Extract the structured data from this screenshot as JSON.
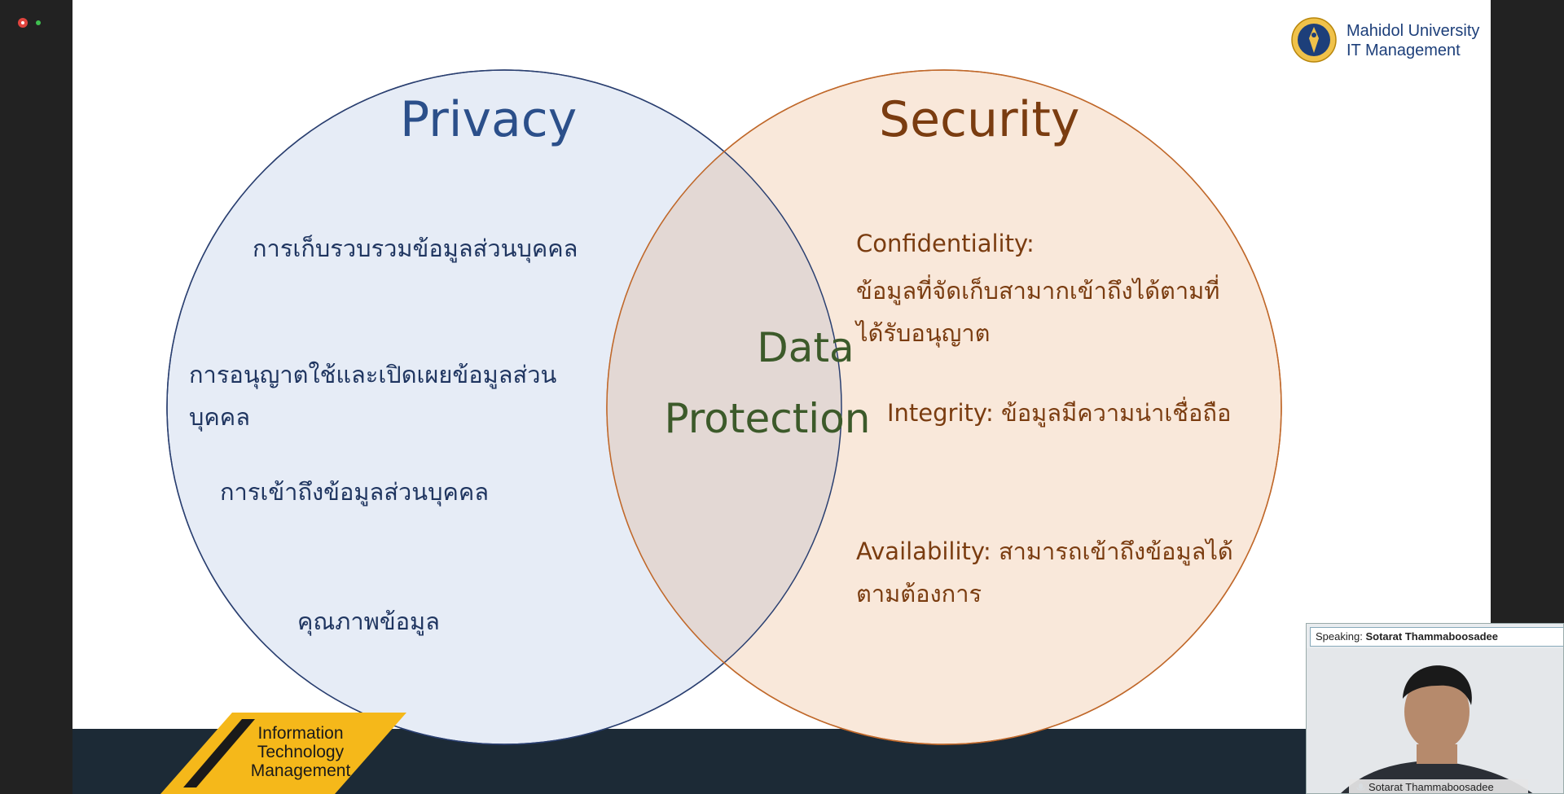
{
  "slide": {
    "privacy_title": "Privacy",
    "security_title": "Security",
    "overlap_line1": "Data",
    "overlap_line2": "Protection",
    "privacy_items": [
      [
        "การเก็บรวบรวมข้อมูลส่วนบุคคล"
      ],
      [
        "การอนุญาตใช้และเปิดเผยข้อมูลส่วน",
        "บุคคล"
      ],
      [
        "การเข้าถึงข้อมูลส่วนบุคคล"
      ],
      [
        "คุณภาพข้อมูล"
      ]
    ],
    "security_items": [
      [
        "Confidentiality:",
        "ข้อมูลที่จัดเก็บสามากเข้าถึงได้ตามที่",
        "ได้รับอนุญาต"
      ],
      [
        "Integrity: ข้อมูลมีความน่าเชื่อถือ"
      ],
      [
        "Availability: สามารถเข้าถึงข้อมูลได้",
        "ตามต้องการ"
      ]
    ],
    "logo_line1": "Mahidol University",
    "logo_line2": "IT Management",
    "badge_lines": [
      "Information",
      "Technology",
      "Management"
    ]
  },
  "colors": {
    "privacy_fill": "#e6ecf6",
    "privacy_stroke": "#2a3f70",
    "security_fill": "#f9e8da",
    "security_stroke": "#c0682a",
    "overlap_fill": "#e3d8d4",
    "badge_yellow": "#f5b81a"
  },
  "meeting": {
    "speaking_label": "Speaking:",
    "speaker_name": "Sotarat Thammaboosadee",
    "tile_name": "Sotarat Thammaboosadee"
  }
}
